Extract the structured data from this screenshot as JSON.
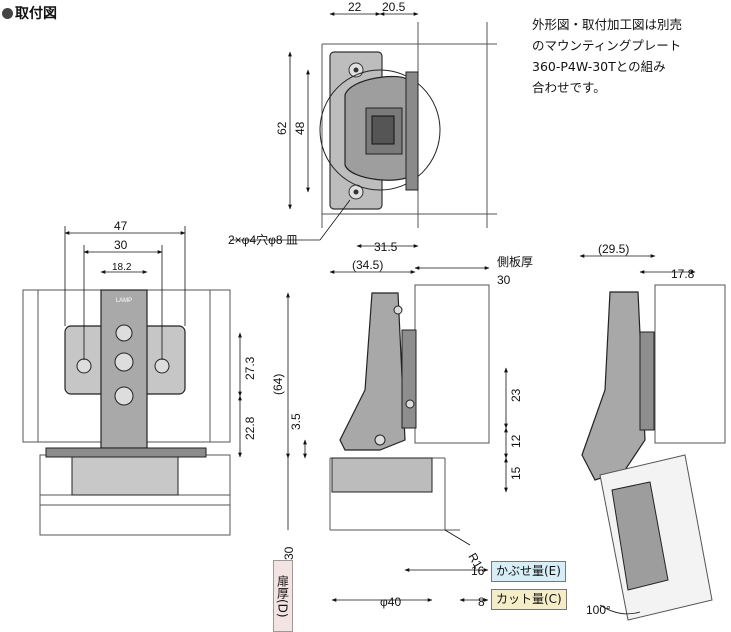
{
  "title": "取付図",
  "note_lines": [
    "外形図・取付加工図は別売",
    "のマウンティングプレート",
    "360-P4W-30Tとの組み",
    "合わせです。"
  ],
  "labels": {
    "e": "かぶせ量(E)",
    "c": "カット量(C)",
    "d": "扉厚(D)"
  },
  "part_marking": "LAMP",
  "dimensions": {
    "top_22": "22",
    "top_20_5": "20.5",
    "top_62": "62",
    "top_48": "48",
    "top_hole": "2×φ4穴φ8 皿",
    "top_31_5": "31.5",
    "left_47": "47",
    "left_30": "30",
    "left_18_2": "18.2",
    "left_27_3": "27.3",
    "left_22_8": "22.8",
    "mid_34_5": "(34.5)",
    "side_panel": "側板厚",
    "side_panel_30": "30",
    "mid_64": "(64)",
    "mid_3_5": "3.5",
    "mid_23": "23",
    "mid_12": "12",
    "mid_15": "15",
    "mid_r1": "R1",
    "mid_16": "16",
    "mid_8": "8",
    "mid_40": "φ40",
    "mid_30": "30",
    "right_29_5": "(29.5)",
    "right_17_8": "17.8",
    "right_angle": "100°"
  }
}
